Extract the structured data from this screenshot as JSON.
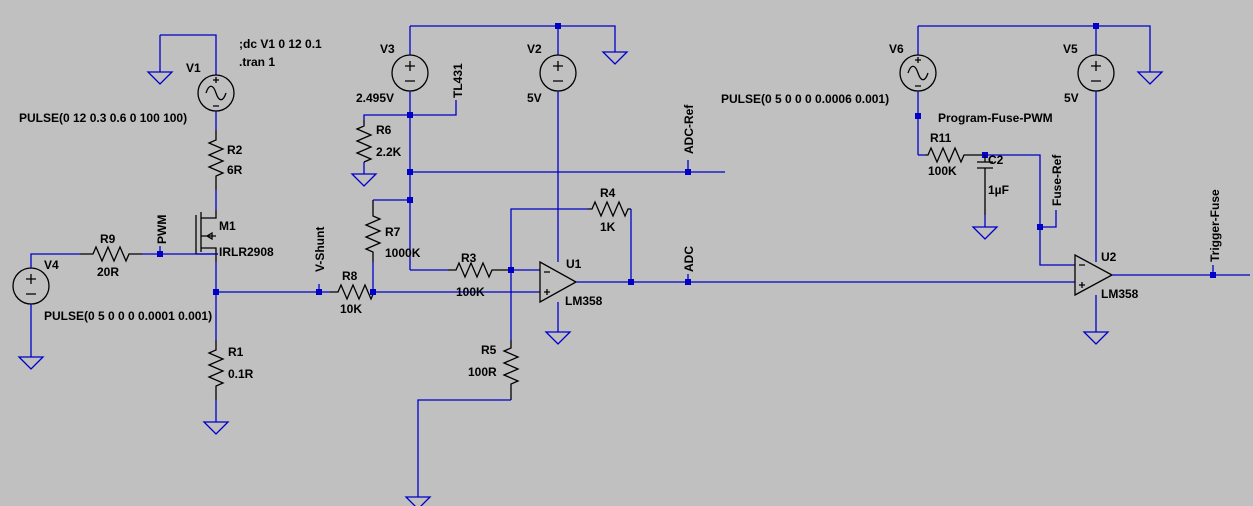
{
  "directives": {
    "line1": ";dc V1 0 12 0.1",
    "line2": ".tran 1"
  },
  "components": {
    "V1": {
      "name": "V1",
      "value": "PULSE(0 12 0.3 0.6 0 100 100)"
    },
    "V2": {
      "name": "V2",
      "value": "5V"
    },
    "V3": {
      "name": "V3",
      "value": "2.495V",
      "extra": "TL431"
    },
    "V4": {
      "name": "V4",
      "value": "PULSE(0 5 0 0 0 0.0001 0.001)"
    },
    "V5": {
      "name": "V5",
      "value": "5V"
    },
    "V6": {
      "name": "V6",
      "value": "PULSE(0 5 0 0 0 0.0006 0.001)"
    },
    "R1": {
      "name": "R1",
      "value": "0.1R"
    },
    "R2": {
      "name": "R2",
      "value": "6R"
    },
    "R3": {
      "name": "R3",
      "value": "100K"
    },
    "R4": {
      "name": "R4",
      "value": "1K"
    },
    "R5": {
      "name": "R5",
      "value": "100R"
    },
    "R6": {
      "name": "R6",
      "value": "2.2K"
    },
    "R7": {
      "name": "R7",
      "value": "1000K"
    },
    "R8": {
      "name": "R8",
      "value": "10K"
    },
    "R9": {
      "name": "R9",
      "value": "20R"
    },
    "R11": {
      "name": "R11",
      "value": "100K"
    },
    "C2": {
      "name": "C2",
      "value": "1µF"
    },
    "M1": {
      "name": "M1",
      "value": "IRLR2908"
    },
    "U1": {
      "name": "U1",
      "value": "LM358"
    },
    "U2": {
      "name": "U2",
      "value": "LM358"
    }
  },
  "nets": {
    "pwm": "PWM",
    "vshunt": "V-Shunt",
    "adcref": "ADC-Ref",
    "adc": "ADC",
    "fuseref": "Fuse-Ref",
    "trigger": "Trigger-Fuse",
    "program": "Program-Fuse-PWM"
  },
  "colors": {
    "background": "#c0c0c0",
    "wire": "#0000c8",
    "component": "#000000"
  }
}
